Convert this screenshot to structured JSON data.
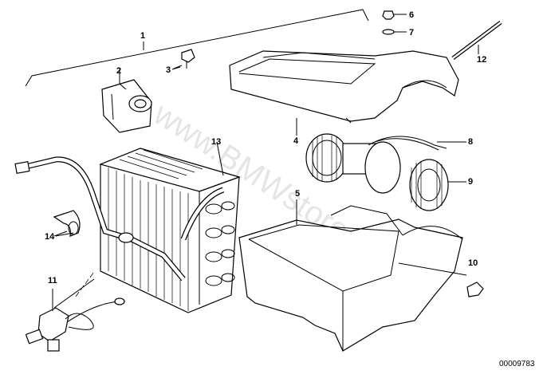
{
  "diagram": {
    "callouts": [
      {
        "id": "c1",
        "label": "1"
      },
      {
        "id": "c2",
        "label": "2"
      },
      {
        "id": "c3",
        "label": "3"
      },
      {
        "id": "c4",
        "label": "4"
      },
      {
        "id": "c5",
        "label": "5"
      },
      {
        "id": "c6",
        "label": "6"
      },
      {
        "id": "c7",
        "label": "7"
      },
      {
        "id": "c8",
        "label": "8"
      },
      {
        "id": "c9",
        "label": "9"
      },
      {
        "id": "c10",
        "label": "10"
      },
      {
        "id": "c11",
        "label": "11"
      },
      {
        "id": "c12",
        "label": "12"
      },
      {
        "id": "c13",
        "label": "13"
      },
      {
        "id": "c14",
        "label": "14"
      }
    ],
    "watermark": "www.BMWstore.pl",
    "document_id": "00009783"
  }
}
